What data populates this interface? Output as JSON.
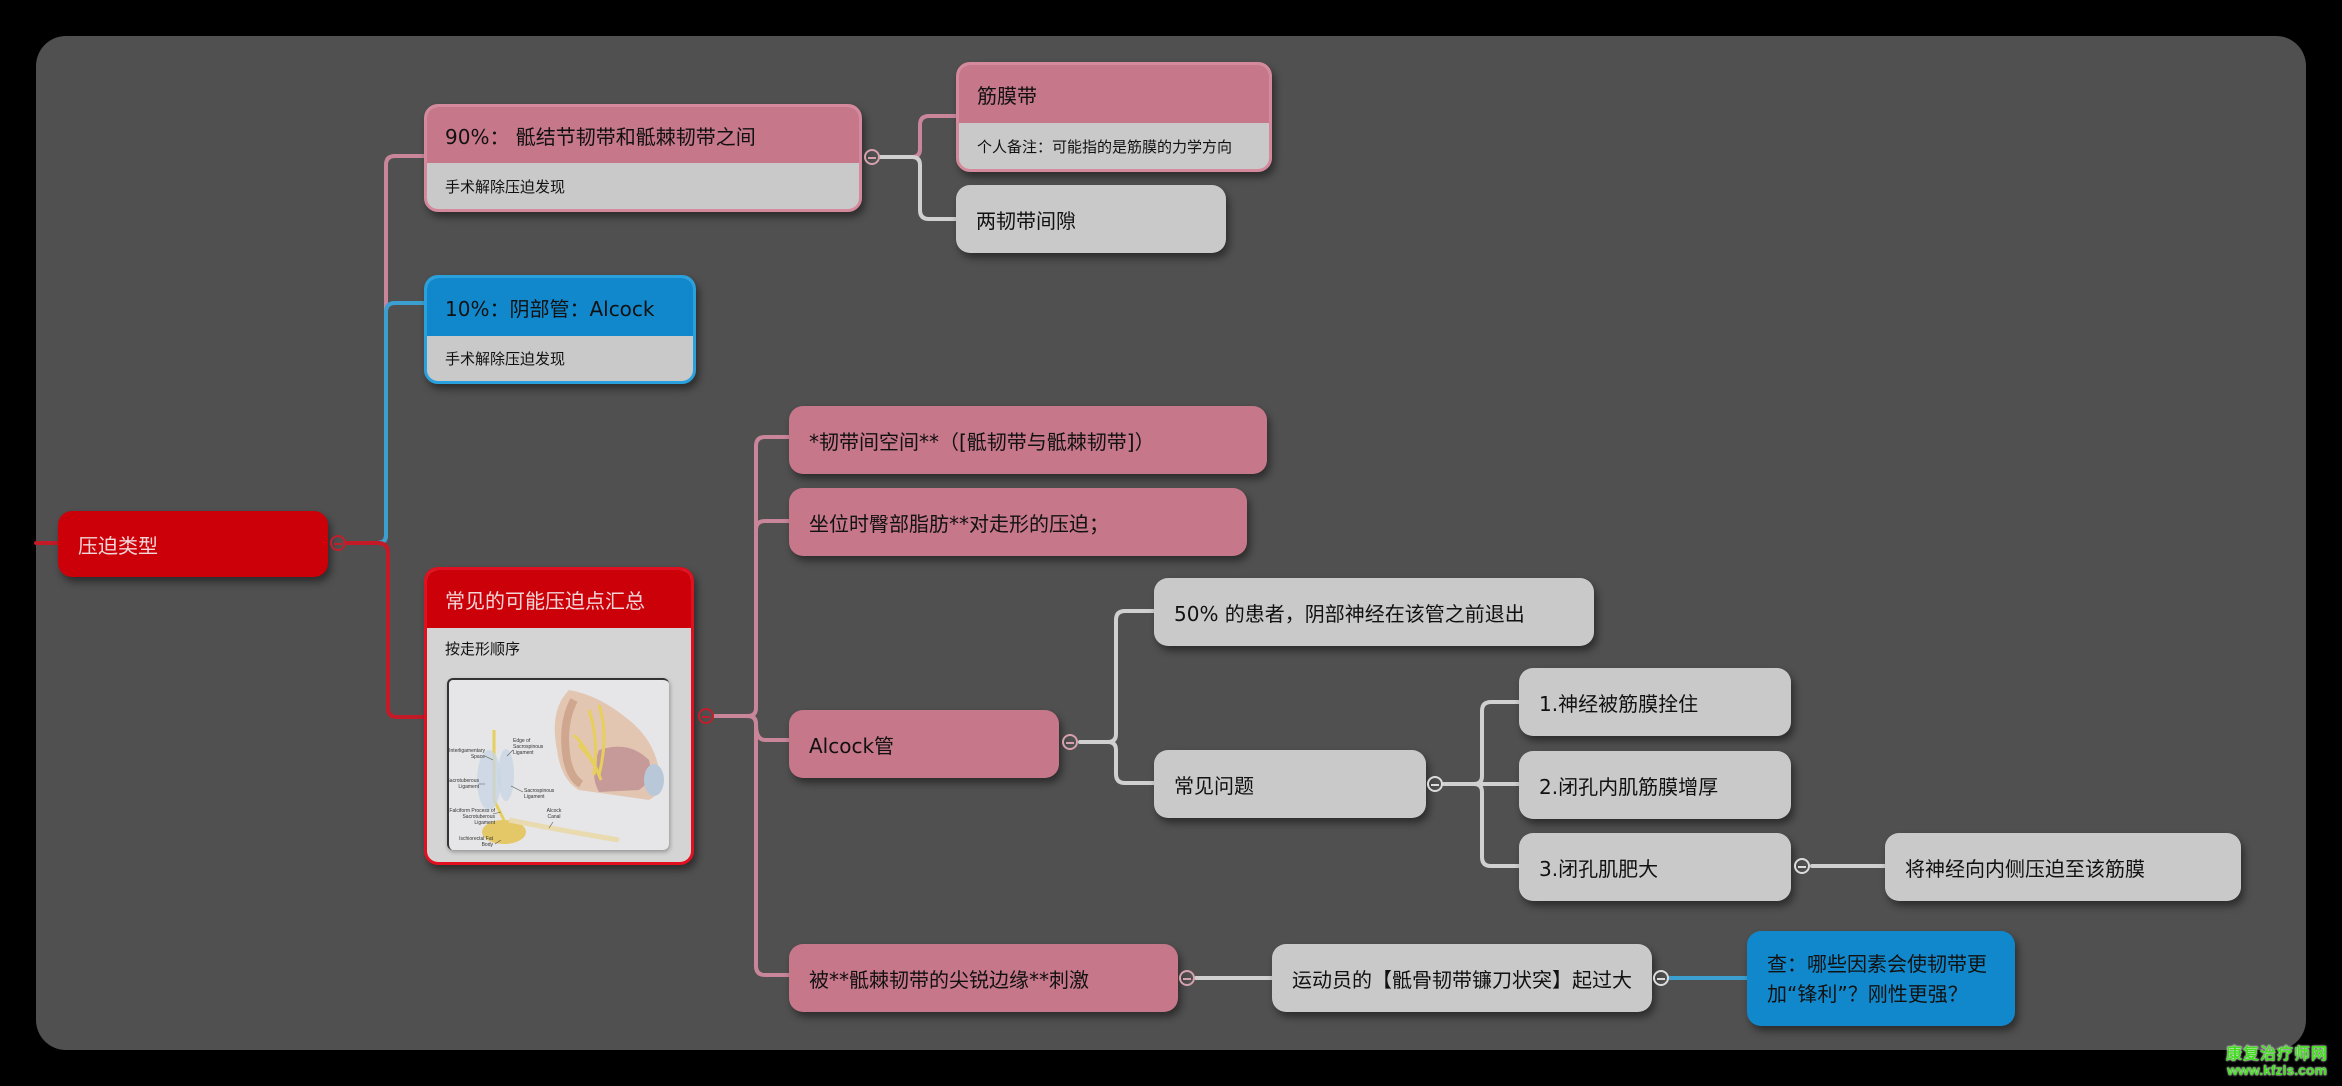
{
  "colors": {
    "canvas": "#505050",
    "root": "#cc0008",
    "pink": "#c6778a",
    "blue": "#1188cc",
    "grey": "#c9c9c9",
    "link_pink": "#c9869a",
    "link_blue": "#3ba0d0",
    "link_red": "#c41a28",
    "link_grey": "#d0d0d0"
  },
  "root": {
    "label": "压迫类型"
  },
  "branches": {
    "b90": {
      "title": "90%： 骶结节韧带和骶棘韧带之间",
      "note": "手术解除压迫发现",
      "children": {
        "fascia": {
          "title": "筋膜带",
          "note": "个人备注：可能指的是筋膜的力学方向"
        },
        "gap": {
          "label": "两韧带间隙"
        }
      }
    },
    "b10": {
      "title": "10%：阴部管：Alcock",
      "note": "手术解除压迫发现"
    },
    "common": {
      "title": "常见的可能压迫点汇总",
      "note": "按走形顺序",
      "figure_labels": [
        "Interligamentary Space",
        "Edge of Sacrospinous Ligament",
        "Sacrotuberous Ligament",
        "Sacrospinous Ligament",
        "Falciform Process of Sacrotuberous Ligament",
        "Alcock Canal",
        "Ischiorectal Fat Body"
      ],
      "children": {
        "c1": {
          "label": "*韧带间空间**（[骶韧带与骶棘韧带]）"
        },
        "c2": {
          "label": "坐位时臀部脂肪**对走形的压迫；"
        },
        "alcock": {
          "label": "Alcock管",
          "children": {
            "a1": {
              "label": "50% 的患者，阴部神经在该管之前退出"
            },
            "problems": {
              "label": "常见问题",
              "children": {
                "p1": {
                  "label": "1.神经被筋膜拴住"
                },
                "p2": {
                  "label": "2.闭孔内肌筋膜增厚"
                },
                "p3": {
                  "label": "3.闭孔肌肥大",
                  "child": {
                    "label": "将神经向内侧压迫至该筋膜"
                  }
                }
              }
            }
          }
        },
        "c4": {
          "label": "被**骶棘韧带的尖锐边缘**刺激",
          "child": {
            "label": "运动员的【骶骨韧带镰刀状突】起过大",
            "child": {
              "label": "查：哪些因素会使韧带更加“锋利”？刚性更强？"
            }
          }
        }
      }
    }
  },
  "watermark": {
    "line1": "康复治疗师网",
    "line2": "www.kfzls.com"
  }
}
